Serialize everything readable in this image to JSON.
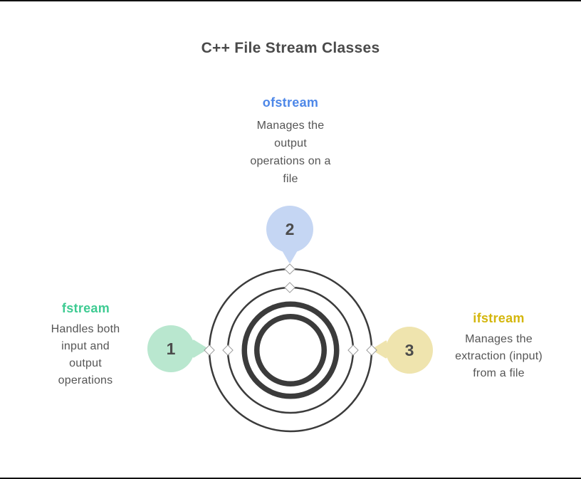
{
  "title": "C++ File Stream Classes",
  "colors": {
    "title_text": "#4a4a4a",
    "body_text": "#555555",
    "ring_stroke": "#3b3b3b",
    "fstream_label": "#3ecb92",
    "fstream_badge": "#b9e7cf",
    "ofstream_label": "#4d87e8",
    "ofstream_badge": "#c5d6f3",
    "ifstream_label": "#d4b60c",
    "ifstream_badge": "#efe4ae"
  },
  "nodes": [
    {
      "number": "1",
      "label": "fstream",
      "description": "Handles both\ninput and\noutput\noperations"
    },
    {
      "number": "2",
      "label": "ofstream",
      "description": "Manages the\noutput\noperations on a\nfile"
    },
    {
      "number": "3",
      "label": "ifstream",
      "description": "Manages the\nextraction (input)\nfrom a file"
    }
  ]
}
